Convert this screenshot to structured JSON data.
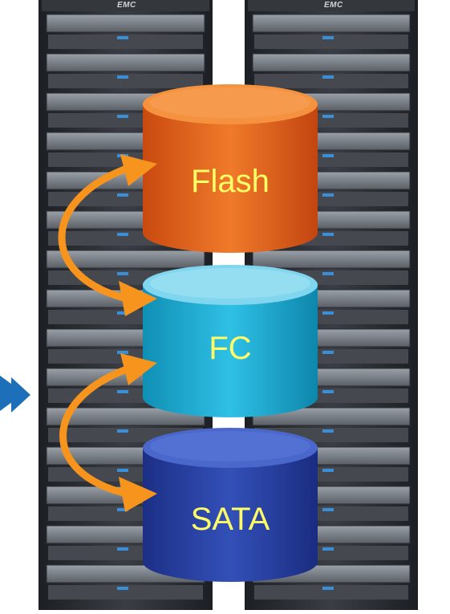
{
  "brand": "EMC",
  "tiers": [
    {
      "label": "Flash",
      "body_color": "#e8601c",
      "top_color": "#f08a3a"
    },
    {
      "label": "FC",
      "body_color": "#19a7cf",
      "top_color": "#6dd0ea"
    },
    {
      "label": "SATA",
      "body_color": "#2640a0",
      "top_color": "#3a58c4"
    }
  ],
  "colors": {
    "tier_label": "#ffff66",
    "arrow": "#f7941d",
    "left_pointer": "#1c6fb8",
    "rack_frame": "#2a2d31",
    "drive_bay": "#6e737a"
  }
}
